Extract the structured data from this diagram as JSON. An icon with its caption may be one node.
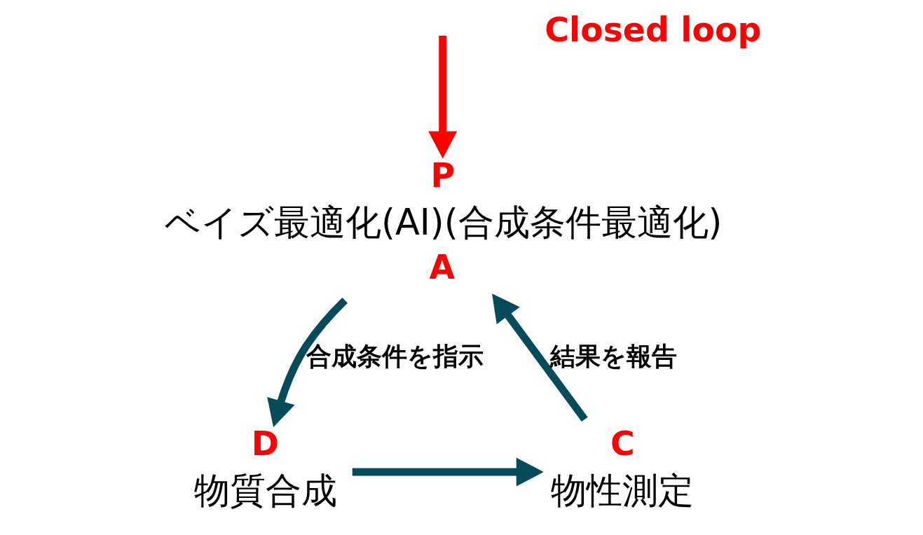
{
  "diagram": {
    "nodes": [
      {
        "text": [
          "ベイズ最適化(AI)(合成条件最適化)"
        ],
        "beside": [
          "P",
          "A"
        ]
      },
      {
        "text": [
          "物質合成"
        ],
        "beside": [
          "D"
        ]
      },
      {
        "text": [
          "物性測定"
        ],
        "beside": [
          "C"
        ]
      }
    ],
    "edges": [
      {
        "from": null,
        "to": 0,
        "arrow": "to",
        "color": "#ff0000"
      },
      {
        "from": 0,
        "to": 1,
        "arrow": "to",
        "label": "合成条件を指示"
      },
      {
        "from": 1,
        "to": 2,
        "arrow": "to"
      },
      {
        "from": 2,
        "to": 0,
        "arrow": "to",
        "label": "結果を報告"
      }
    ],
    "labels": [
      "Closed loop"
    ]
  }
}
